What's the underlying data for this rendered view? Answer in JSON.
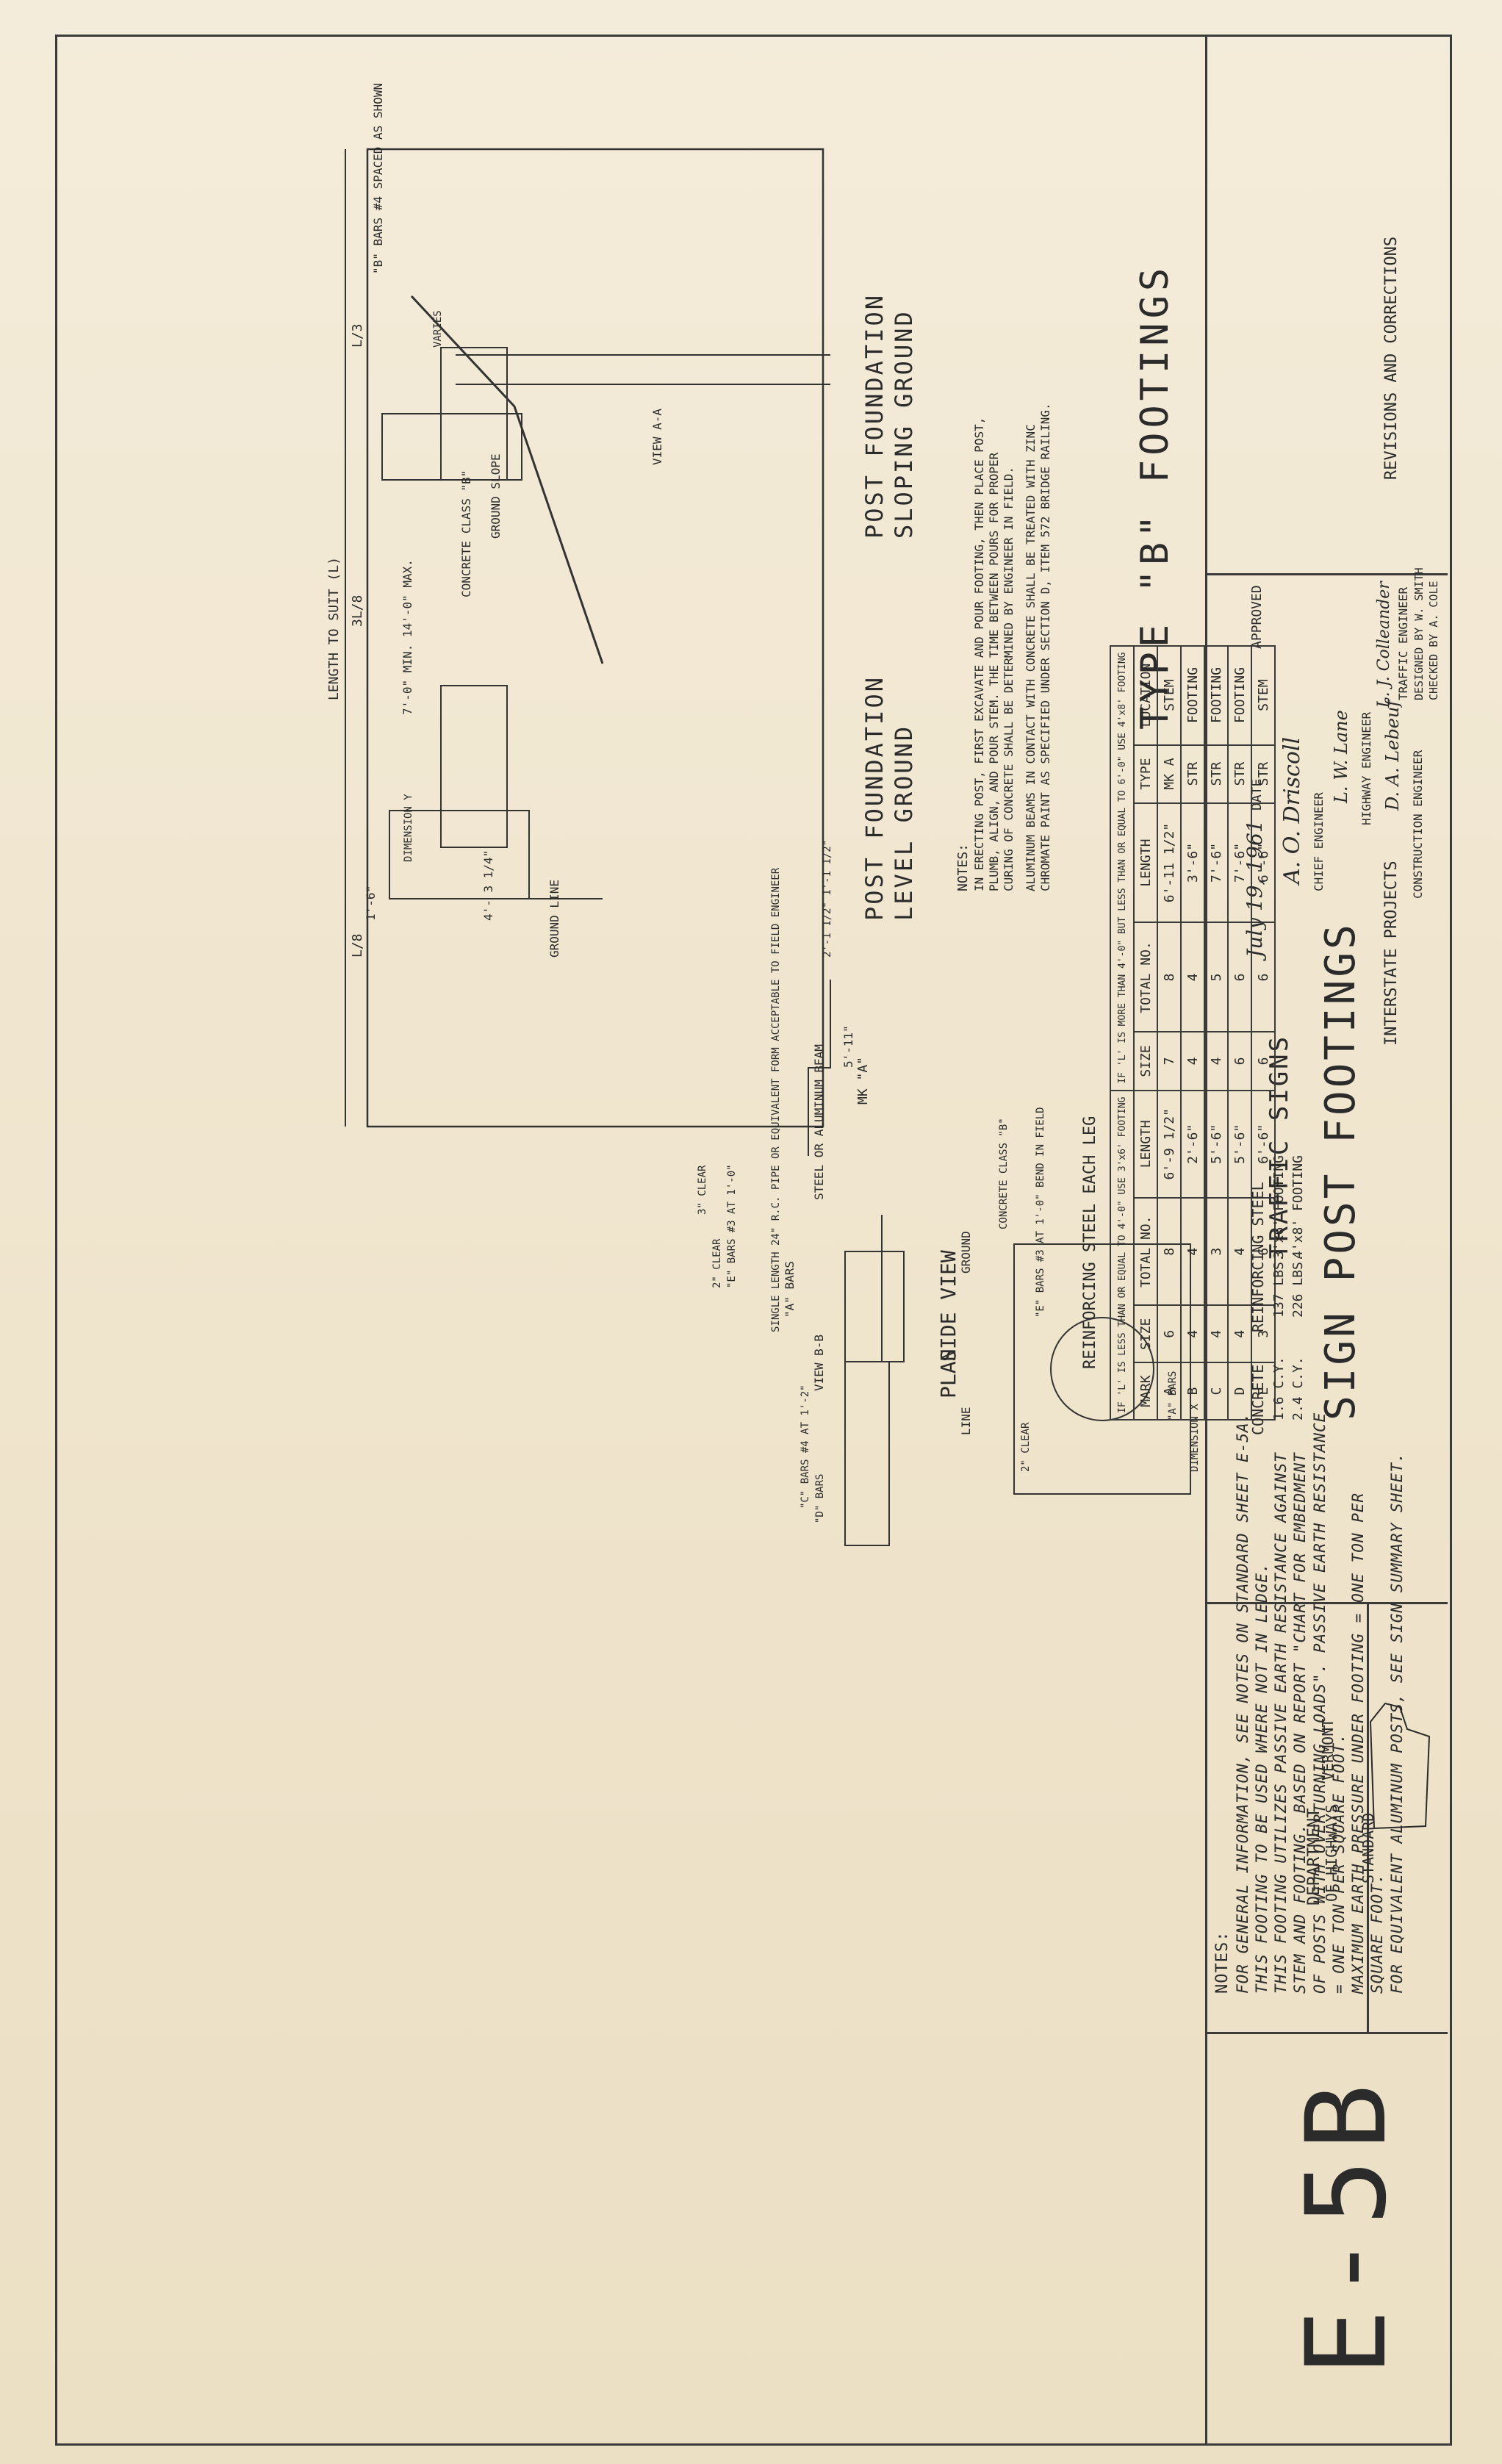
{
  "title_block": {
    "project_type": "INTERSTATE PROJECTS",
    "main_title_small": "TRAFFIC SIGNS",
    "main_title": "SIGN POST FOOTINGS",
    "sheet_number": "E-5B",
    "agency": [
      "VERMONT",
      "DEPARTMENT",
      "OF HIGHWAYS",
      "STANDARD"
    ]
  },
  "revisions_label": "REVISIONS AND CORRECTIONS",
  "approval": {
    "approved_label": "APPROVED",
    "date_label": "DATE",
    "date_value": "July 19, 1961",
    "roles": [
      "CHIEF ENGINEER",
      "HIGHWAY ENGINEER",
      "CONSTRUCTION ENGINEER"
    ],
    "traffic_engineer": "TRAFFIC ENGINEER",
    "designed_by": "DESIGNED BY W. SMITH",
    "checked_by": "CHECKED BY A. COLE",
    "signatures": [
      "A. O. Driscoll",
      "L. W. Lane",
      "D. A. Lebeuf",
      "L. J. Colleander"
    ]
  },
  "left_notes": {
    "heading": "NOTES:",
    "lines": [
      "IN ERECTING POST, FIRST EXCAVATE AND POUR FOOTING, THEN PLACE POST,",
      "PLUMB, ALIGN, AND POUR STEM. THE TIME BETWEEN POURS FOR PROPER",
      "CURING OF CONCRETE SHALL BE DETERMINED BY ENGINEER IN FIELD.",
      "ALUMINUM BEAMS IN CONTACT WITH CONCRETE SHALL BE TREATED WITH ZINC",
      "CHROMATE PAINT AS SPECIFIED UNDER SECTION D, ITEM 572 BRIDGE RAILING."
    ]
  },
  "footing_type": "TYPE \"B\" FOOTINGS",
  "views": {
    "sloping": [
      "POST FOUNDATION",
      "SLOPING GROUND"
    ],
    "level": [
      "POST FOUNDATION",
      "LEVEL GROUND"
    ],
    "view_aa": "VIEW  A-A",
    "view_bb": "VIEW  B-B",
    "side_view": "SIDE  VIEW",
    "plan": "PLAN"
  },
  "labels": {
    "length_to_suit": "LENGTH TO SUIT (L)",
    "l3": "L/3",
    "l2": "3L/8",
    "l4": "L/8",
    "b_bars": "\"B\" BARS #4\nSPACED AS SHOWN",
    "varies": "VARIES",
    "concrete_class_b": "CONCRETE CLASS \"B\"",
    "ground_slope": "GROUND SLOPE",
    "min_max": "7'-0\" MIN.\n14'-0\" MAX.",
    "ground_line": "GROUND LINE",
    "dimension_y": "DIMENSION Y",
    "dim_4_3": "4'- 3 1/4\"",
    "dim_1_6": "1'-6\"",
    "steel_beam": "STEEL OR ALUMINUM BEAM",
    "ground": "GROUND",
    "line": "LINE",
    "a_bars": "\"A\" BARS",
    "pipe_note": "SINGLE LENGTH 24\" R.C. PIPE\nOR EQUIVALENT FORM ACCEPTABLE\nTO FIELD ENGINEER",
    "e_bars": "\"E\" BARS #3 AT 1'-0\"",
    "clear2": "2\" CLEAR",
    "clear3": "3\" CLEAR",
    "c_bars": "\"C\" BARS #4 AT 1'-2\"",
    "d_bars": "\"D\" BARS",
    "concrete_class_b_plan": "CONCRETE CLASS \"B\"",
    "e_bars_plan": "\"E\" BARS #3\nAT 1'-0\"\nBEND IN FIELD",
    "a_bars_plan": "\"A\" BARS",
    "dimension_x": "DIMENSION X",
    "clear2_plan": "2\" CLEAR",
    "mk_a": "MK \"A\"",
    "mk_dim": "5'-11\"",
    "mk_left": "2'-1 1/2\"\n1'-1 1/2\""
  },
  "reinforcing_table": {
    "title": "REINFORCING STEEL EACH LEG",
    "header_left": "IF 'L' IS LESS THAN OR EQUAL TO 4'-0\" USE 3'x6' FOOTING",
    "header_right": "IF 'L' IS MORE THAN 4'-0\" BUT LESS THAN OR EQUAL TO 6'-0\" USE 4'x8' FOOTING",
    "columns": [
      "MARK",
      "SIZE",
      "TOTAL NO.",
      "LENGTH",
      "SIZE",
      "TOTAL NO.",
      "LENGTH",
      "TYPE",
      "LOCATION"
    ],
    "rows": [
      [
        "A",
        "6",
        "8",
        "6'-9 1/2\"",
        "7",
        "8",
        "6'-11 1/2\"",
        "MK A",
        "STEM"
      ],
      [
        "B",
        "4",
        "4",
        "2'-6\"",
        "4",
        "4",
        "3'-6\"",
        "STR",
        "FOOTING"
      ],
      [
        "C",
        "4",
        "3",
        "5'-6\"",
        "4",
        "5",
        "7'-6\"",
        "STR",
        "FOOTING"
      ],
      [
        "D",
        "4",
        "4",
        "5'-6\"",
        "6",
        "6",
        "7'-6\"",
        "STR",
        "FOOTING"
      ],
      [
        "E",
        "3",
        "6",
        "6'-6\"",
        "6",
        "6",
        "6'-6\"",
        "STR",
        "STEM"
      ]
    ]
  },
  "quantities": {
    "header_steel": "REINFORCING STEEL",
    "header_concrete": "CONCRETE",
    "rows": [
      {
        "label": "3'x6' FOOTING",
        "steel": "137 LBS.",
        "concrete": "1.6 C.Y."
      },
      {
        "label": "4'x8' FOOTING",
        "steel": "226 LBS.",
        "concrete": "2.4 C.Y."
      }
    ]
  },
  "right_notes": {
    "heading": "NOTES:",
    "lines": [
      "FOR GENERAL INFORMATION, SEE NOTES ON STANDARD SHEET E-5A.",
      "THIS FOOTING TO BE USED WHERE NOT IN LEDGE.",
      "THIS FOOTING UTILIZES PASSIVE EARTH RESISTANCE AGAINST",
      "STEM AND FOOTING. BASED ON REPORT \"CHART FOR EMBEDMENT",
      "OF POSTS WITH OVERTURNING LOADS\". PASSIVE EARTH RESISTANCE",
      "= ONE TON PER SQUARE FOOT.",
      "MAXIMUM EARTH PRESSURE UNDER FOOTING = ONE TON PER",
      "SQUARE FOOT.",
      "FOR EQUIVALENT ALUMINUM POSTS, SEE SIGN SUMMARY SHEET."
    ]
  }
}
